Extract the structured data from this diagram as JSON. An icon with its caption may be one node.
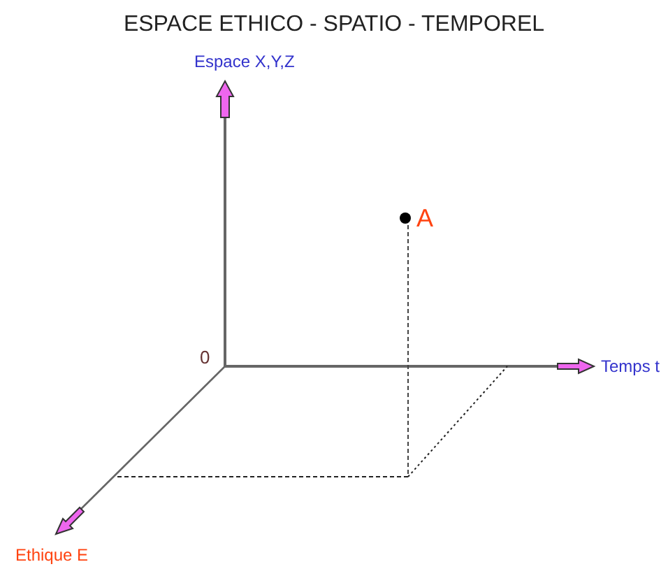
{
  "diagram": {
    "title": "ESPACE ETHICO - SPATIO - TEMPOREL",
    "labels": [
      "Espace X,Y,Z",
      "A",
      "0",
      "Temps t",
      "Ethique E"
    ]
  }
}
